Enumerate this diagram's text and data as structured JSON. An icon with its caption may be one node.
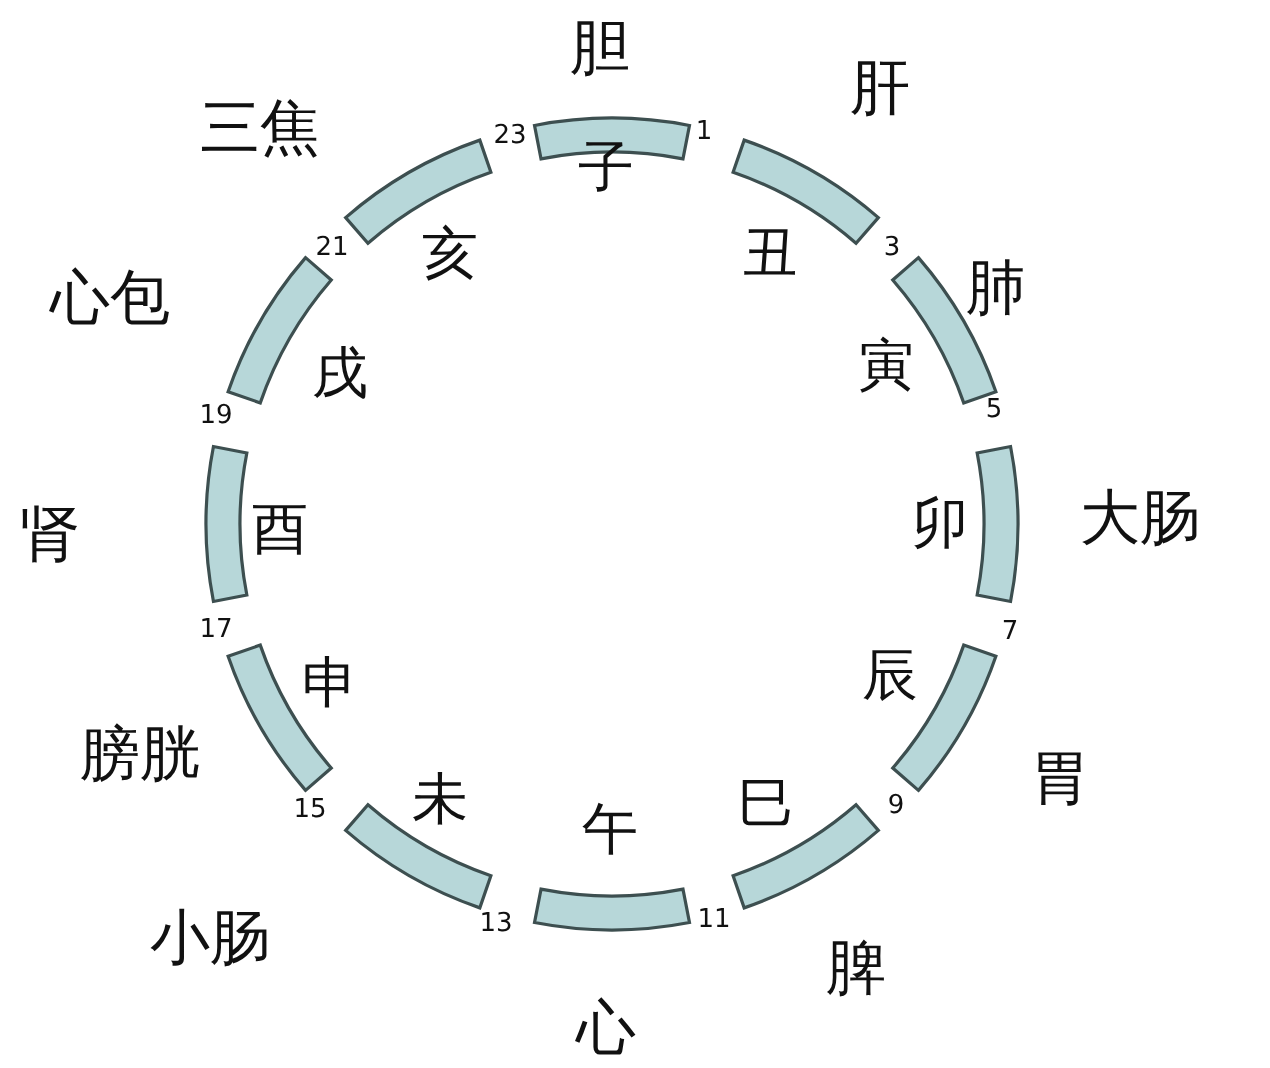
{
  "diagram": {
    "labels": [
      "胆",
      "肝",
      "三焦",
      "1",
      "23",
      "子",
      "21",
      "3",
      "亥",
      "丑",
      "肺",
      "心包",
      "寅",
      "戌",
      "5",
      "19",
      "卯",
      "大肠",
      "酉",
      "肾",
      "17",
      "7",
      "辰",
      "申",
      "膀胱",
      "胃",
      "未",
      "巳",
      "15",
      "9",
      "午",
      "小肠",
      "13",
      "11",
      "脾",
      "心"
    ]
  }
}
